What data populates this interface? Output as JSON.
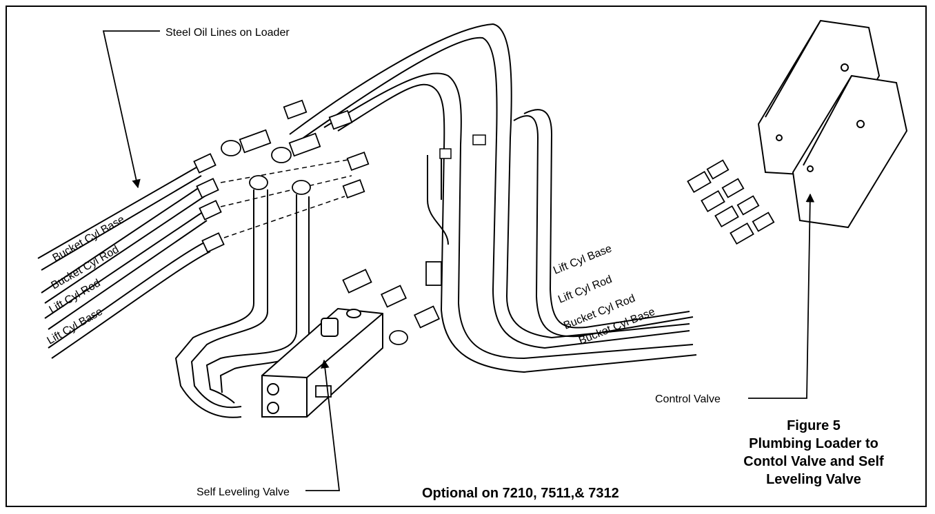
{
  "callouts": {
    "steel_lines": "Steel Oil Lines on Loader",
    "control_valve": "Control Valve",
    "self_leveling_valve": "Self Leveling Valve"
  },
  "left_hose_labels": [
    "Bucket Cyl Base",
    "Bucket Cyl Rod",
    "Lift Cyl Rod",
    "Lift Cyl Base"
  ],
  "right_hose_labels": [
    "Lift Cyl Base",
    "Lift Cyl Rod",
    "Bucket Cyl Rod",
    "Bucket Cyl Base"
  ],
  "note": "Optional on 7210, 7511,& 7312",
  "caption": {
    "line1": "Figure 5",
    "line2": "Plumbing Loader to",
    "line3": "Contol Valve and Self",
    "line4": "Leveling Valve"
  }
}
